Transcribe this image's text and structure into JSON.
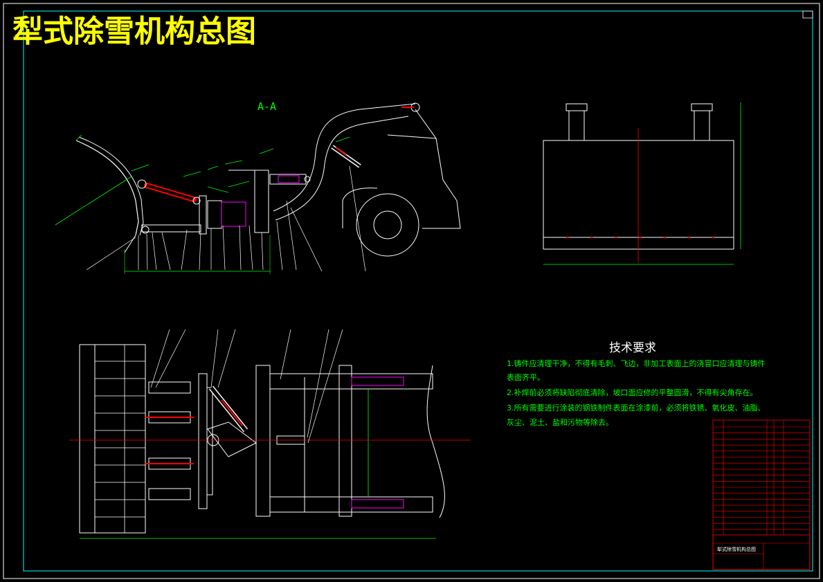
{
  "title": "犁式除雪机构总图",
  "section_label": "A-A",
  "tech": {
    "heading": "技术要求",
    "lines": [
      "1.铸件应清理干净，不得有毛刺、飞边，非加工表面上的浇冒口应清理与铸件",
      "表面齐平。",
      "2.补焊前必须将缺陷彻底清除，坡口面应修的平整圆滑，不得有尖角存在。",
      "3.所有需要进行涂装的钢铁制件表面在涂漆前，必须将铁锈、氧化皮、油脂、",
      "灰尘、泥土、盐和污物等除去。"
    ]
  },
  "title_block": {
    "drawing_name": "犁式除雪机构总图"
  },
  "colors": {
    "background": "#000000",
    "title": "#ffff00",
    "tech_text": "#00ff00",
    "line_white": "#ffffff",
    "center_red": "#ff0000",
    "table_red": "#ff0000",
    "dim_green": "#00ff00",
    "cylinder_red": "#ff0000",
    "magenta": "#ff00ff",
    "border_cyan": "#00ffff"
  }
}
